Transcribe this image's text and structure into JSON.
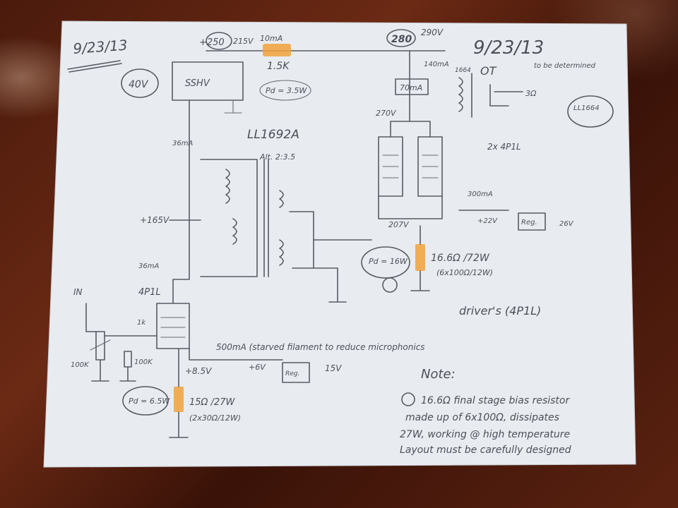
{
  "sheet": {
    "date_left": "9/23/13",
    "date_right": "9/23/13"
  },
  "labels": {
    "b_plus_left": "+250",
    "b_plus_left_v": "215V",
    "current_top": "10mA",
    "resistor_top": "1.5K",
    "resistor_watt": "Pd = 3.5W",
    "b_plus_right": "280",
    "b_plus_right_v": "290V",
    "current_ot": "140mA",
    "ot_label": "OT",
    "ot_note": "to be determined",
    "ot_note2": "LL1664",
    "ot_note3": "70mA",
    "ot_ll": "1664",
    "ohm_tap": "3Ω",
    "ssv": "SSHV",
    "ssv_tag": "40V",
    "current_36": "36mA",
    "current_36b": "36mA",
    "transformer": "LL1692A",
    "transformer_sub": "Alt. 2:3.5",
    "tubes": "2x 4P1L",
    "v_165": "+165V",
    "v_270": "270V",
    "v_207": "207V",
    "current_1300": "300mA",
    "v_228": "+22V",
    "filament_box": "Reg.",
    "v_2": "26V",
    "res_right": "16.6Ω /72W",
    "res_right_sub": "(6x100Ω/12W)",
    "pd_left": "Pd = 16W",
    "tube_driver": "4P1L",
    "input": "IN",
    "pot": "100K",
    "grid_r": "100K",
    "res_grid": "1k",
    "v_85": "+8.5V",
    "plus_6v": "+6V",
    "reg_box": "Reg.",
    "v_15": "15V",
    "res_cath": "15Ω /27W",
    "res_cath_sub": "(2x30Ω/12W)",
    "pd_cath": "Pd = 6.5W",
    "filament_note": "500mA (starved filament to reduce microphonics",
    "driver_note": "driver's (4P1L)",
    "note_title": "Note:",
    "note_line1": "16.6Ω final stage bias resistor",
    "note_line2": "made up of 6x100Ω, dissipates",
    "note_line3": "27W, working @ high temperature",
    "note_line4": "Layout must be carefully designed"
  },
  "colors": {
    "paper": "#e9edf2",
    "pencil": "#5a5a64",
    "highlighter": "#f2a23a"
  }
}
